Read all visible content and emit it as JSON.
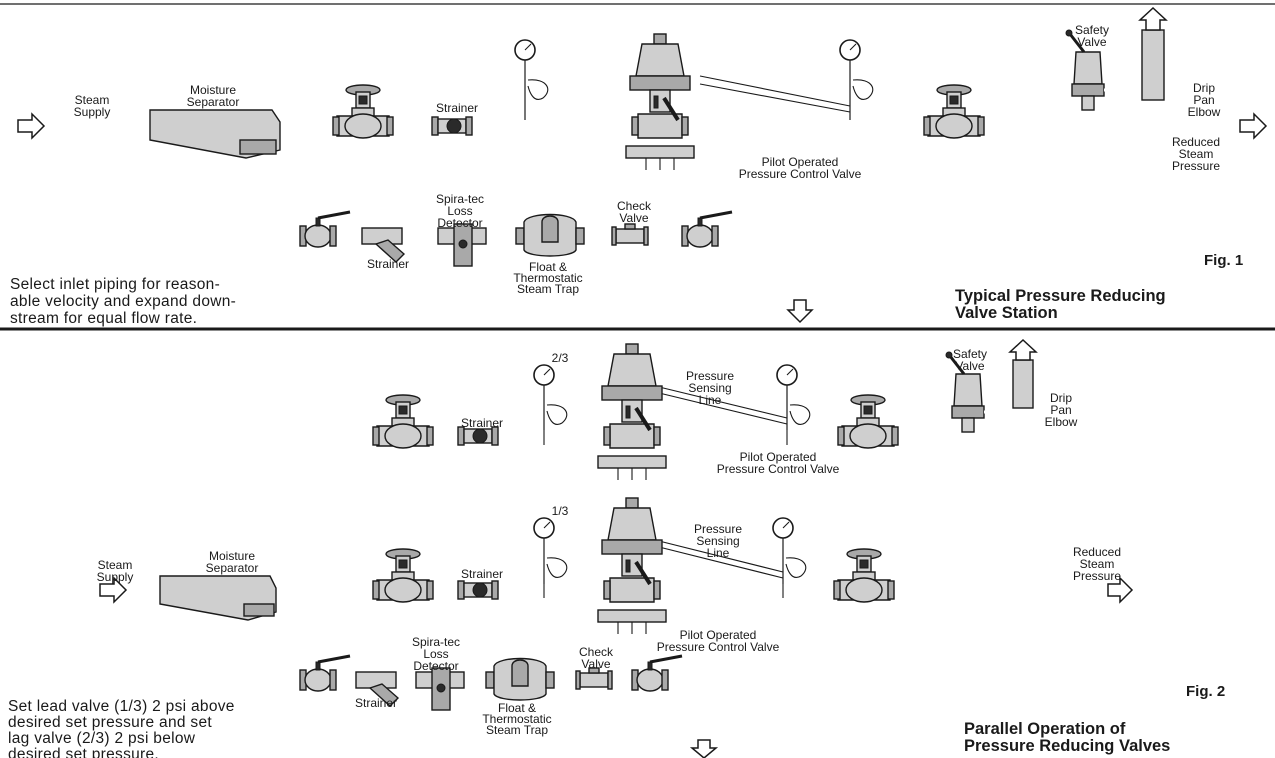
{
  "fig1": {
    "steam_supply": [
      "Steam",
      "Supply"
    ],
    "moisture_separator": [
      "Moisture",
      "Separator"
    ],
    "strainer_main": "Strainer",
    "pilot_valve": [
      "Pilot Operated",
      "Pressure Control Valve"
    ],
    "safety_valve": [
      "Safety",
      "Valve"
    ],
    "drip_pan_elbow": [
      "Drip",
      "Pan",
      "Elbow"
    ],
    "reduced_pressure": [
      "Reduced",
      "Steam",
      "Pressure"
    ],
    "spiratec": [
      "Spira-tec",
      "Loss",
      "Detector"
    ],
    "check_valve": [
      "Check",
      "Valve"
    ],
    "strainer_trap": "Strainer",
    "trap": [
      "Float &",
      "Thermostatic",
      "Steam Trap"
    ],
    "note": [
      "Select inlet piping for reason-",
      "able velocity and expand down-",
      "stream for equal flow rate."
    ],
    "fig_number": "Fig. 1",
    "title": [
      "Typical Pressure Reducing",
      "Valve Station"
    ]
  },
  "fig2": {
    "two_thirds": "2/3",
    "one_third": "1/3",
    "sensing_upper": [
      "Pressure",
      "Sensing",
      "Line"
    ],
    "sensing_lower": [
      "Pressure",
      "Sensing",
      "Line"
    ],
    "strainer_upper": "Strainer",
    "strainer_lower": "Strainer",
    "pilot_upper": [
      "Pilot Operated",
      "Pressure Control Valve"
    ],
    "pilot_lower": [
      "Pilot Operated",
      "Pressure Control Valve"
    ],
    "safety_valve": [
      "Safety",
      "Valve"
    ],
    "drip_pan_elbow": [
      "Drip",
      "Pan",
      "Elbow"
    ],
    "reduced_pressure": [
      "Reduced",
      "Steam",
      "Pressure"
    ],
    "steam_supply": [
      "Steam",
      "Supply"
    ],
    "moisture_separator": [
      "Moisture",
      "Separator"
    ],
    "spiratec": [
      "Spira-tec",
      "Loss",
      "Detector"
    ],
    "check_valve": [
      "Check",
      "Valve"
    ],
    "strainer_trap": "Strainer",
    "trap": [
      "Float &",
      "Thermostatic",
      "Steam Trap"
    ],
    "note": [
      "Set lead valve (1/3) 2 psi above",
      "desired set pressure and set",
      "lag valve (2/3) 2 psi below",
      "desired set pressure."
    ],
    "fig_number": "Fig. 2",
    "title": [
      "Parallel Operation of",
      "Pressure Reducing Valves"
    ]
  }
}
